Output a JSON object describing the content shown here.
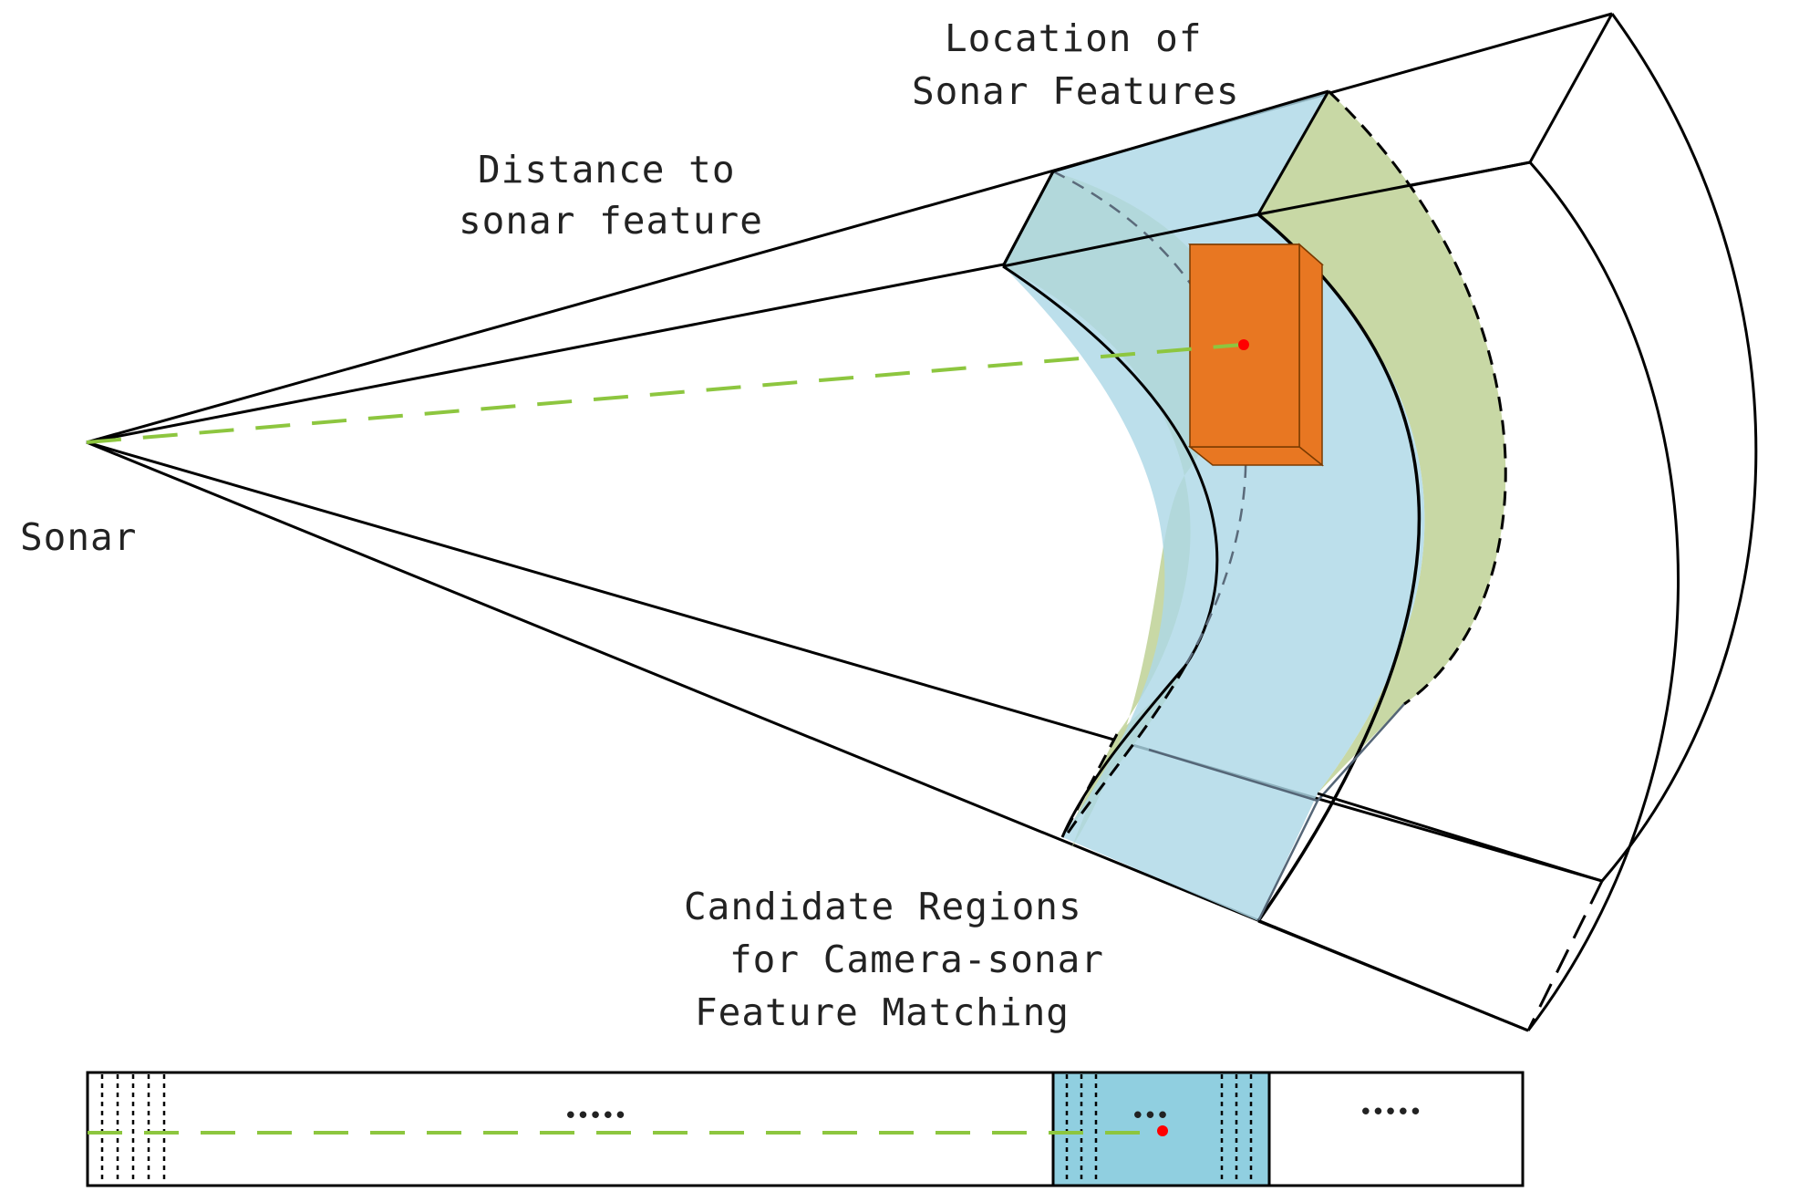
{
  "labels": {
    "sonar": "Sonar",
    "distance_line1": "Distance to",
    "distance_line2": "sonar feature",
    "location_line1": "Location of",
    "location_line2": "Sonar Features",
    "candidate_line1": "Candidate Regions",
    "candidate_line2": "for Camera-sonar",
    "candidate_line3": "Feature Matching"
  },
  "strip": {
    "ellipsis_left": "•••••",
    "ellipsis_middle": "•••",
    "ellipsis_right": "•••••"
  },
  "colors": {
    "candidate_fill": "#add8e6",
    "strip_fill": "#90cfe0",
    "shell_green": "#c5d6a0",
    "object_orange": "#e87722",
    "ray_green": "#8dc63f",
    "feature_red": "#ff0000",
    "outline": "#000000"
  }
}
